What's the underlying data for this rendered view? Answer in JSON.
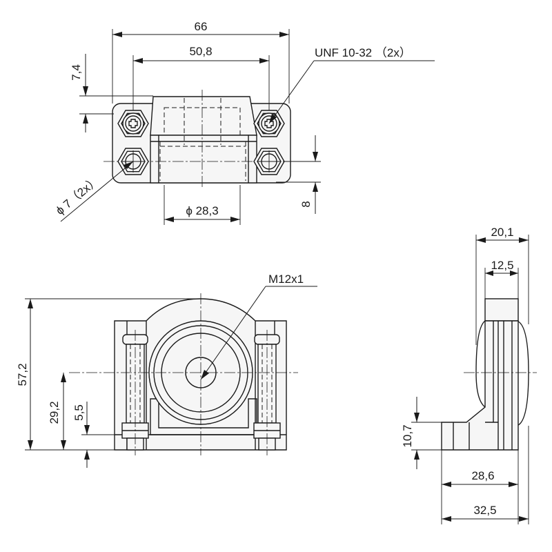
{
  "dimensions": {
    "overall_width": "66",
    "hole_spacing": "50,8",
    "screw_offset": "7,4",
    "thread_note": "UNF 10-32 （2x）",
    "hole_diameter": "ϕ 7（2x）",
    "bore_diameter": "ϕ 28,3",
    "hole_to_bottom": "8",
    "thread_size": "M12x1",
    "overall_height": "57,2",
    "axis_height": "29,2",
    "base_height": "5,5",
    "side_width": "20,1",
    "side_inner_width": "12,5",
    "foot_height": "10,7",
    "foot_inner_depth": "28,6",
    "overall_depth": "32,5"
  },
  "colors": {
    "line": "#1a1a1a",
    "part_fill": "#f6f6f6",
    "background": "#ffffff"
  }
}
